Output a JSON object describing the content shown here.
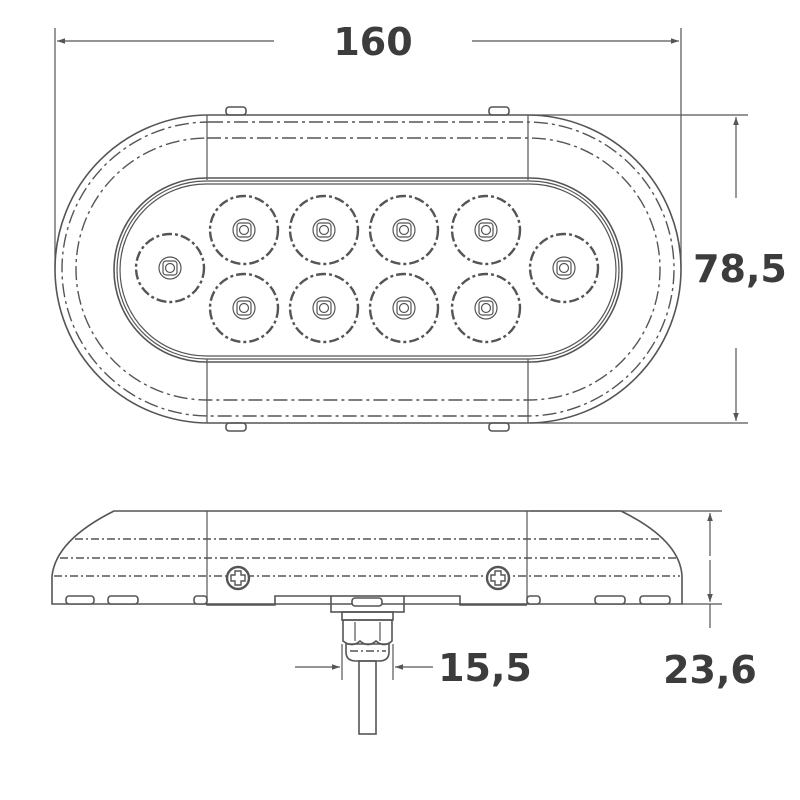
{
  "drawing": {
    "title": "Oval LED light dimension drawing",
    "units": "mm",
    "line_color": "#555555",
    "text_color": "#3c3c3c",
    "background": "#ffffff"
  },
  "top_view": {
    "led_count": 10,
    "led_layout": "1 left + 4 top row + 4 bottom row + 1 right",
    "dimensions": {
      "width": {
        "label": "160",
        "value": 160
      },
      "height": {
        "label": "78,5",
        "value": 78.5
      }
    }
  },
  "side_view": {
    "screws": 2,
    "dimensions": {
      "height": {
        "label": "23,6",
        "value": 23.6
      },
      "cable_gland": {
        "label": "15,5",
        "value": 15.5
      }
    }
  }
}
